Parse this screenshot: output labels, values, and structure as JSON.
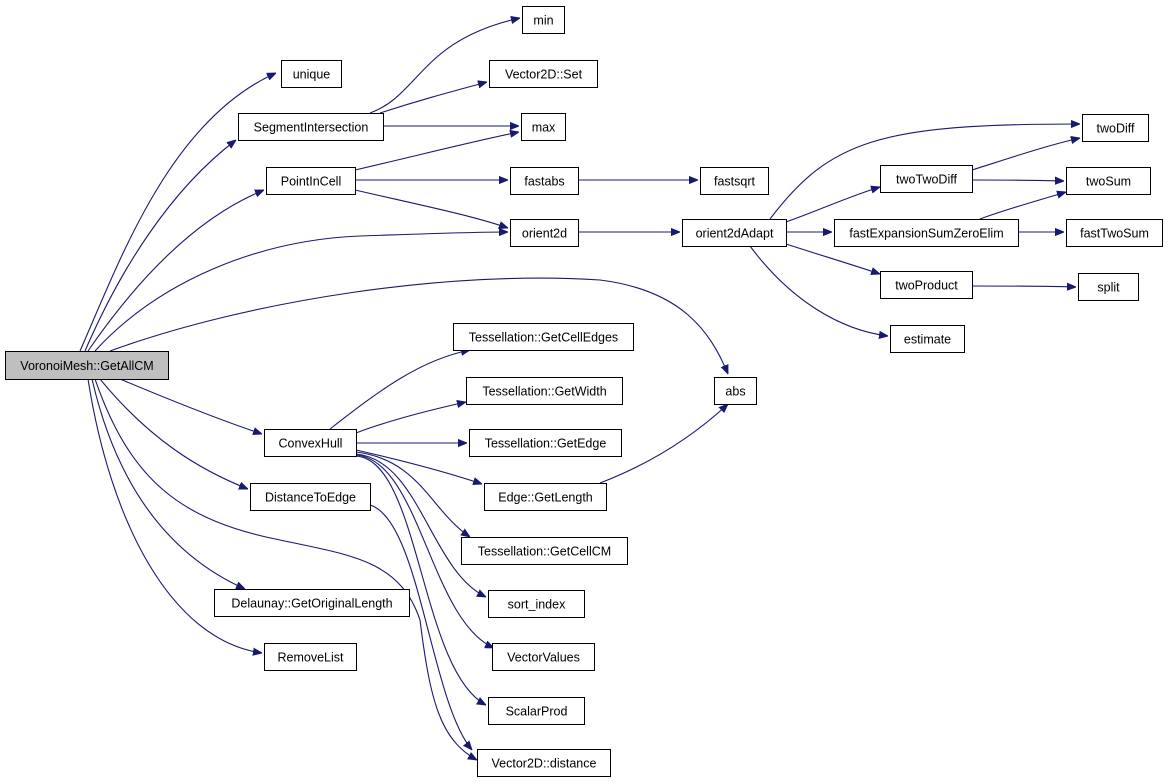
{
  "diagram": {
    "colors": {
      "edge": "#191970",
      "root_fill": "#bfbfbf",
      "node_fill": "#ffffff",
      "node_border": "#000000"
    },
    "nodes": [
      {
        "id": "root",
        "label": "VoronoiMesh::GetAllCM"
      },
      {
        "id": "unique",
        "label": "unique"
      },
      {
        "id": "segint",
        "label": "SegmentIntersection"
      },
      {
        "id": "pic",
        "label": "PointInCell"
      },
      {
        "id": "orient2d",
        "label": "orient2d"
      },
      {
        "id": "abs",
        "label": "abs"
      },
      {
        "id": "convexhull",
        "label": "ConvexHull"
      },
      {
        "id": "dte",
        "label": "DistanceToEdge"
      },
      {
        "id": "delaunay",
        "label": "Delaunay::GetOriginalLength"
      },
      {
        "id": "removelist",
        "label": "RemoveList"
      },
      {
        "id": "min",
        "label": "min"
      },
      {
        "id": "v2set",
        "label": "Vector2D::Set"
      },
      {
        "id": "max",
        "label": "max"
      },
      {
        "id": "fastabs",
        "label": "fastabs"
      },
      {
        "id": "fastsqrt",
        "label": "fastsqrt"
      },
      {
        "id": "o2dadapt",
        "label": "orient2dAdapt"
      },
      {
        "id": "twotwodiff",
        "label": "twoTwoDiff"
      },
      {
        "id": "fesze",
        "label": "fastExpansionSumZeroElim"
      },
      {
        "id": "twoproduct",
        "label": "twoProduct"
      },
      {
        "id": "estimate",
        "label": "estimate"
      },
      {
        "id": "twodiff",
        "label": "twoDiff"
      },
      {
        "id": "twosum",
        "label": "twoSum"
      },
      {
        "id": "fasttwosum",
        "label": "fastTwoSum"
      },
      {
        "id": "split",
        "label": "split"
      },
      {
        "id": "tgce",
        "label": "Tessellation::GetCellEdges"
      },
      {
        "id": "tgw",
        "label": "Tessellation::GetWidth"
      },
      {
        "id": "tge",
        "label": "Tessellation::GetEdge"
      },
      {
        "id": "egl",
        "label": "Edge::GetLength"
      },
      {
        "id": "tgcm",
        "label": "Tessellation::GetCellCM"
      },
      {
        "id": "sortindex",
        "label": "sort_index"
      },
      {
        "id": "vecvalues",
        "label": "VectorValues"
      },
      {
        "id": "scalarprod",
        "label": "ScalarProd"
      },
      {
        "id": "v2dist",
        "label": "Vector2D::distance"
      }
    ],
    "edges": [
      {
        "from": "root",
        "to": "unique"
      },
      {
        "from": "root",
        "to": "segint"
      },
      {
        "from": "root",
        "to": "pic"
      },
      {
        "from": "root",
        "to": "orient2d"
      },
      {
        "from": "root",
        "to": "abs"
      },
      {
        "from": "root",
        "to": "convexhull"
      },
      {
        "from": "root",
        "to": "dte"
      },
      {
        "from": "root",
        "to": "delaunay"
      },
      {
        "from": "root",
        "to": "removelist"
      },
      {
        "from": "root",
        "to": "v2dist"
      },
      {
        "from": "segint",
        "to": "min"
      },
      {
        "from": "segint",
        "to": "v2set"
      },
      {
        "from": "segint",
        "to": "max"
      },
      {
        "from": "pic",
        "to": "max"
      },
      {
        "from": "pic",
        "to": "fastabs"
      },
      {
        "from": "pic",
        "to": "orient2d"
      },
      {
        "from": "fastabs",
        "to": "fastsqrt"
      },
      {
        "from": "orient2d",
        "to": "o2dadapt"
      },
      {
        "from": "o2dadapt",
        "to": "twodiff"
      },
      {
        "from": "o2dadapt",
        "to": "twotwodiff"
      },
      {
        "from": "o2dadapt",
        "to": "fesze"
      },
      {
        "from": "o2dadapt",
        "to": "twoproduct"
      },
      {
        "from": "o2dadapt",
        "to": "estimate"
      },
      {
        "from": "twotwodiff",
        "to": "twodiff"
      },
      {
        "from": "twotwodiff",
        "to": "twosum"
      },
      {
        "from": "fesze",
        "to": "twosum"
      },
      {
        "from": "fesze",
        "to": "fasttwosum"
      },
      {
        "from": "twoproduct",
        "to": "split"
      },
      {
        "from": "convexhull",
        "to": "tgce"
      },
      {
        "from": "convexhull",
        "to": "tgw"
      },
      {
        "from": "convexhull",
        "to": "tge"
      },
      {
        "from": "convexhull",
        "to": "egl"
      },
      {
        "from": "convexhull",
        "to": "tgcm"
      },
      {
        "from": "convexhull",
        "to": "sortindex"
      },
      {
        "from": "convexhull",
        "to": "vecvalues"
      },
      {
        "from": "convexhull",
        "to": "scalarprod"
      },
      {
        "from": "egl",
        "to": "abs"
      },
      {
        "from": "dte",
        "to": "v2dist"
      }
    ]
  }
}
